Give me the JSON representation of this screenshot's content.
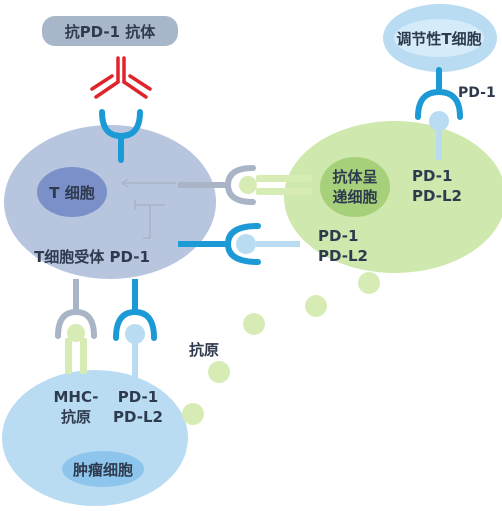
{
  "antibody": {
    "label": "抗PD-1 抗体"
  },
  "treg": {
    "label": "调节性T细胞",
    "receptor": "PD-1"
  },
  "tcell": {
    "label": "T 细胞",
    "receptor_label": "T细胞受体 PD-1"
  },
  "apc": {
    "label_line1": "抗体呈",
    "label_line2": "递细胞",
    "upper_pair": [
      "PD-1",
      "PD-L2"
    ],
    "lower_pair": [
      "PD-1",
      "PD-L2"
    ]
  },
  "tumor": {
    "label": "肿瘤细胞",
    "mhc_line1": "MHC-",
    "mhc_line2": "抗原",
    "pair": [
      "PD-1",
      "PD-L2"
    ]
  },
  "antigen": {
    "label": "抗原"
  },
  "colors": {
    "blue_receptor": "#1b9ad6",
    "red_antibody": "#e0242b",
    "green_ligand": "#d6ecb4",
    "grey_arrow": "#a9b4c6",
    "tcell_body": "#b7c5de",
    "tcell_nucleus": "#7b8fc9",
    "apc_body": "#cfe8ad",
    "apc_nucleus": "#a6d07a",
    "tumor_body": "#b9dcf3",
    "tumor_nucleus": "#8ec5ec",
    "antibody_box": "#a7b7c9"
  }
}
